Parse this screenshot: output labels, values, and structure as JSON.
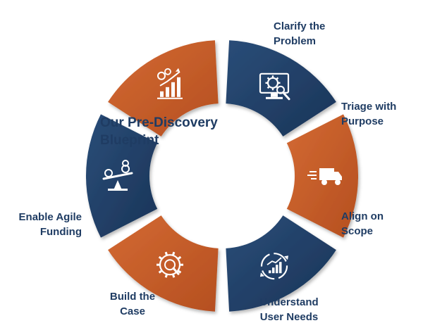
{
  "title": {
    "line1": "Our Pre-Discovery",
    "line2": "Blueprint"
  },
  "colors": {
    "navy": "#1f3c63",
    "orange": "#c65b28",
    "text": "#1f3c63"
  },
  "steps": [
    {
      "line1": "Clarify the",
      "line2": "Problem",
      "color": "navy",
      "icon": "monitor-gear-icon"
    },
    {
      "line1": "Triage with",
      "line2": "Purpose",
      "color": "orange",
      "icon": "delivery-truck-icon"
    },
    {
      "line1": "Align on",
      "line2": "Scope",
      "color": "navy",
      "icon": "cycle-growth-chart-icon"
    },
    {
      "line1": "Understand",
      "line2": "User Needs",
      "color": "orange",
      "icon": "gear-magnifier-icon"
    },
    {
      "line1": "Build the",
      "line2": "Case",
      "color": "navy",
      "icon": "balance-scale-icon"
    },
    {
      "line1": "Enable Agile",
      "line2": "Funding",
      "color": "orange",
      "icon": "growth-bar-chart-icon"
    }
  ]
}
